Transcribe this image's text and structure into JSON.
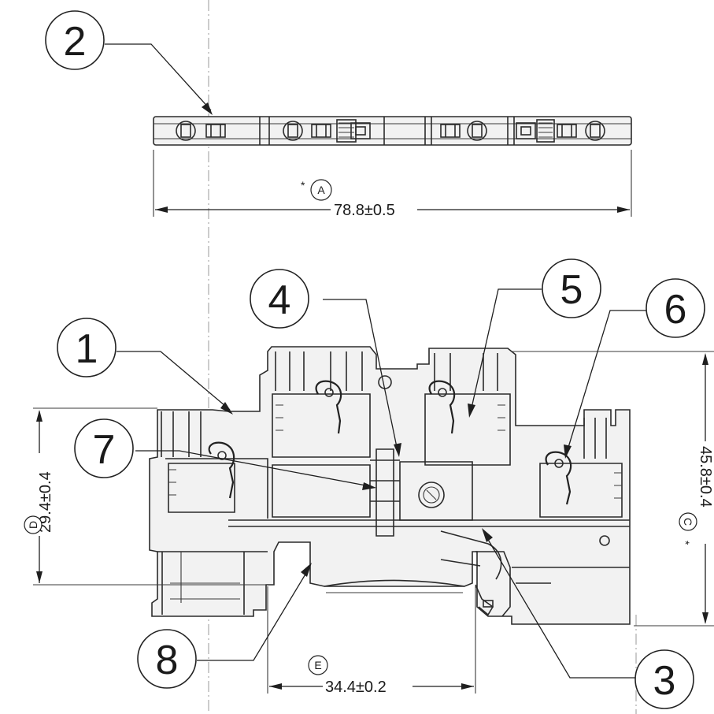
{
  "callouts": [
    "1",
    "2",
    "3",
    "4",
    "5",
    "6",
    "7",
    "8"
  ],
  "dimensions": {
    "length": {
      "ref": "A",
      "value": "78.8±0.5",
      "asterisk": "*"
    },
    "height_total": {
      "ref": "C",
      "value": "45.8±0.4",
      "asterisk": "*"
    },
    "height_left": {
      "ref": "D",
      "value": "29.4±0.4"
    },
    "rail_width": {
      "ref": "E",
      "value": "34.4±0.2"
    }
  }
}
